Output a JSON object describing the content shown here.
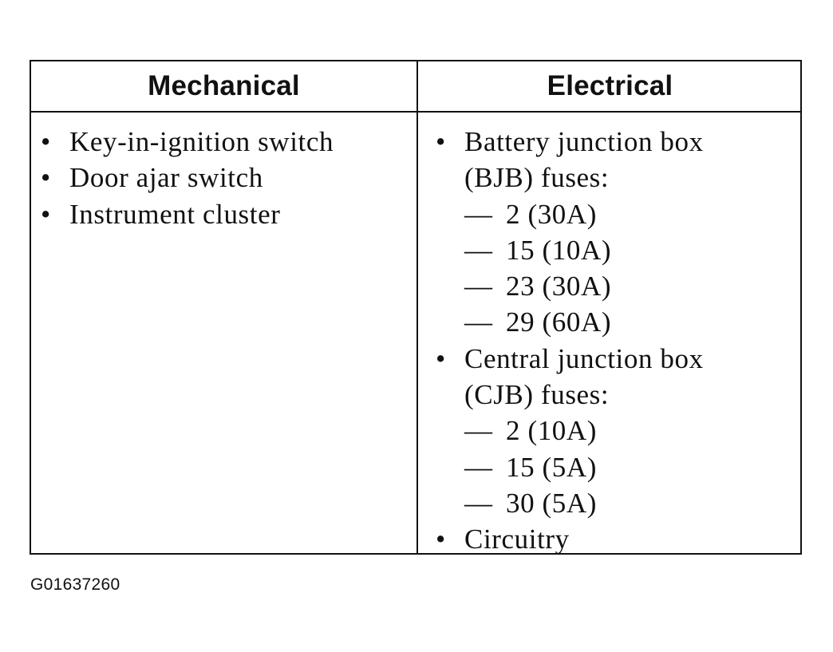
{
  "table": {
    "headers": [
      "Mechanical",
      "Electrical"
    ],
    "mechanical": [
      "Key-in-ignition switch",
      "Door ajar switch",
      "Instrument cluster"
    ],
    "electrical": {
      "bjb": {
        "label_line1": "Battery junction box",
        "label_line2": "(BJB) fuses:",
        "fuses": [
          "2 (30A)",
          "15 (10A)",
          "23 (30A)",
          "29 (60A)"
        ]
      },
      "cjb": {
        "label_line1": "Central junction box",
        "label_line2": "(CJB) fuses:",
        "fuses": [
          "2 (10A)",
          "15 (5A)",
          "30 (5A)"
        ]
      },
      "circuitry": "Circuitry"
    },
    "bullet_glyph": "•",
    "dash_glyph": "—"
  },
  "figure_id": "G01637260"
}
